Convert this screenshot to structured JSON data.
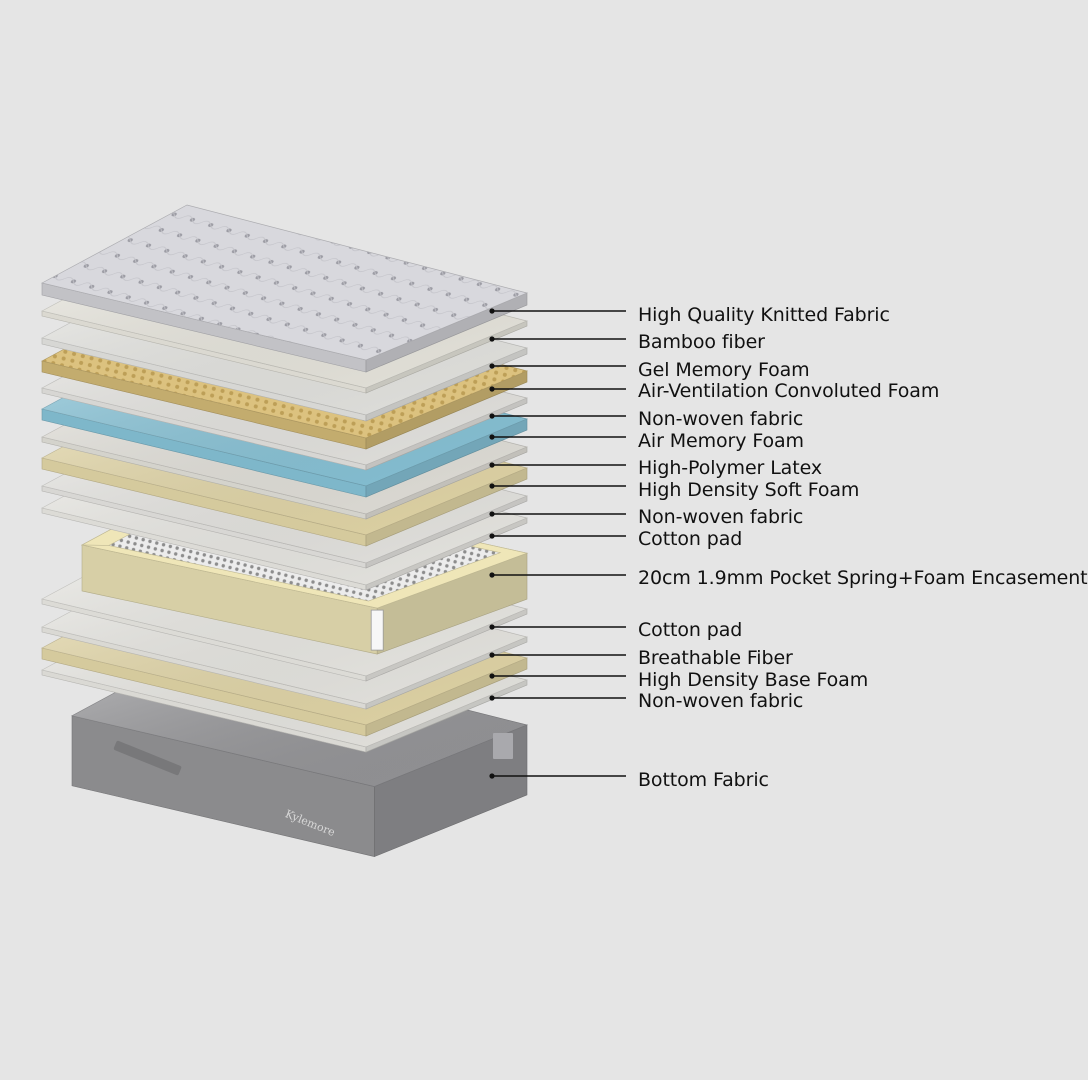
{
  "diagram": {
    "background": "#e5e5e5",
    "line_color": "#111111",
    "brand_logo_text": "Kylemore",
    "layers": [
      {
        "label": "High Quality Knitted Fabric",
        "material": "knitted-fabric",
        "color": "#d7d7dc"
      },
      {
        "label": "Bamboo fiber",
        "material": "bamboo-fiber",
        "color": "#f3f1e8"
      },
      {
        "label": "Gel  Memory Foam",
        "material": "gel-memory-foam",
        "color": "#efefeb"
      },
      {
        "label": "Air-Ventilation Convoluted Foam",
        "material": "convoluted-foam",
        "color": "#d9bf7a"
      },
      {
        "label": "Non-woven fabric",
        "material": "non-woven-fabric",
        "color": "#efeeea"
      },
      {
        "label": "Air Memory Foam",
        "material": "air-memory-foam",
        "color": "#8ccbe0"
      },
      {
        "label": "High-Polymer Latex",
        "material": "latex",
        "color": "#eceae3"
      },
      {
        "label": "High Density Soft Foam",
        "material": "soft-foam",
        "color": "#ede0ae"
      },
      {
        "label": "Non-woven fabric",
        "material": "non-woven-fabric",
        "color": "#f0efeb"
      },
      {
        "label": "Cotton pad",
        "material": "cotton-pad",
        "color": "#f4f3ee"
      },
      {
        "label": "20cm 1.9mm Pocket Spring+Foam Encasement",
        "material": "pocket-spring",
        "color": "#efe6b8"
      },
      {
        "label": "Cotton pad",
        "material": "cotton-pad",
        "color": "#f4f3ee"
      },
      {
        "label": "Breathable  Fiber",
        "material": "breathable-fiber",
        "color": "#f2f1ec"
      },
      {
        "label": "High Density Base Foam",
        "material": "base-foam",
        "color": "#ede0ae"
      },
      {
        "label": "Non-woven fabric",
        "material": "non-woven-fabric",
        "color": "#f2f1ec"
      },
      {
        "label": "Bottom Fabric",
        "material": "bottom-fabric",
        "color": "#9a9a9d"
      }
    ]
  }
}
